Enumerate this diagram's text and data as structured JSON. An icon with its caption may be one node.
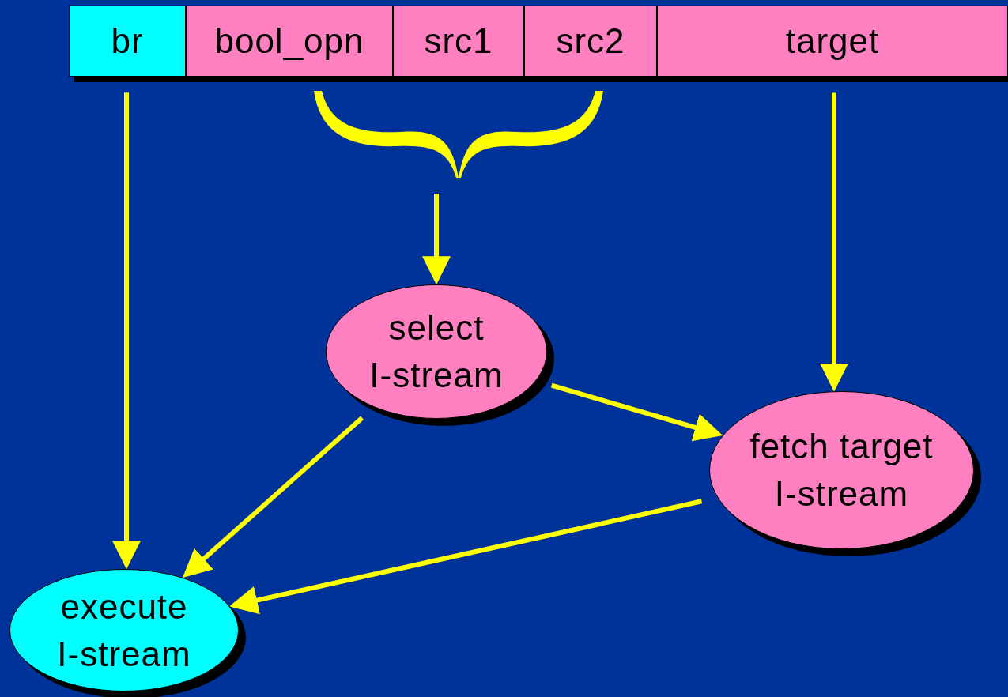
{
  "diagram": {
    "nodes": [
      {
        "text": [
          "br"
        ]
      },
      {
        "text": [
          "bool_opn"
        ]
      },
      {
        "text": [
          "src1"
        ]
      },
      {
        "text": [
          "src2"
        ]
      },
      {
        "text": [
          "target"
        ]
      },
      {
        "text": [],
        "shape": "brace"
      },
      {
        "text": [
          "select I-stream"
        ]
      },
      {
        "text": [
          "fetch target I-stream"
        ]
      },
      {
        "text": [
          "execute I-stream"
        ]
      }
    ],
    "edges": [
      {
        "from": 0,
        "to": 8,
        "arrow": "to"
      },
      {
        "from": 5,
        "to": 6,
        "arrow": "to"
      },
      {
        "from": 4,
        "to": 7,
        "arrow": "to"
      },
      {
        "from": 6,
        "to": 7,
        "arrow": "to"
      },
      {
        "from": 6,
        "to": 8,
        "arrow": "to"
      },
      {
        "from": 7,
        "to": 8,
        "arrow": "to"
      }
    ]
  }
}
